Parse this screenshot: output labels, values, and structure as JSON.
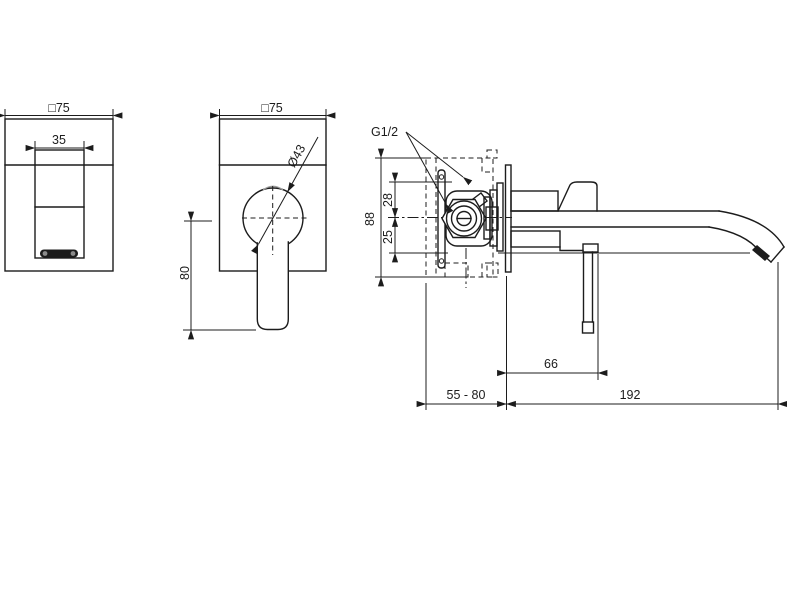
{
  "drawing": {
    "background_color": "#ffffff",
    "line_color": "#1c1c1c",
    "views": {
      "spout_front": {
        "plate_width_label": "□75",
        "spout_width_label": "35"
      },
      "handle_front": {
        "plate_width_label": "□75",
        "handle_diameter_label": "Ø43",
        "lever_length_label": "80"
      },
      "side_installation": {
        "inlet_thread_label": "G1/2",
        "body_height_label": "88",
        "center_to_top_label": "28",
        "center_to_outlet_label": "25",
        "wall_to_lever_label": "66",
        "concealed_depth_label": "55 - 80",
        "spout_reach_label": "192"
      }
    }
  }
}
